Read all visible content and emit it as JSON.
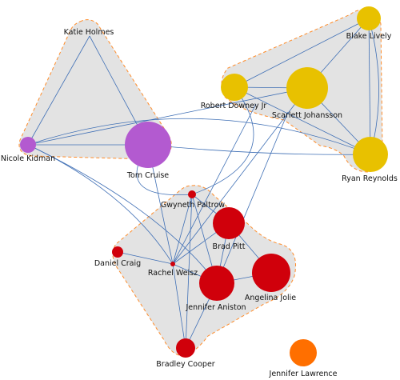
{
  "colors": {
    "hull_fill": "#e3e3e3",
    "hull_stroke": "#ff8c2a",
    "edge": "#3f6fb5",
    "yellow": "#e8c100",
    "purple": "#b35ad0",
    "red": "#d0000b",
    "orange": "#ff6f00"
  },
  "nodes": {
    "katie": {
      "label": "Katie Holmes",
      "cluster": "purple"
    },
    "nicole": {
      "label": "Nicole Kidman",
      "cluster": "purple"
    },
    "tom": {
      "label": "Tom Cruise",
      "cluster": "purple"
    },
    "blake": {
      "label": "Blake Lively",
      "cluster": "yellow"
    },
    "rdj": {
      "label": "Robert Downey Jr",
      "cluster": "yellow"
    },
    "scarlett": {
      "label": "Scarlett Johansson",
      "cluster": "yellow"
    },
    "ryan": {
      "label": "Ryan Reynolds",
      "cluster": "yellow"
    },
    "gwyneth": {
      "label": "Gwyneth Paltrow",
      "cluster": "red"
    },
    "brad": {
      "label": "Brad Pitt",
      "cluster": "red"
    },
    "daniel": {
      "label": "Daniel Craig",
      "cluster": "red"
    },
    "rachel": {
      "label": "Rachel Weisz",
      "cluster": "red"
    },
    "jennifer_a": {
      "label": "Jennifer Aniston",
      "cluster": "red"
    },
    "angelina": {
      "label": "Angelina Jolie",
      "cluster": "red"
    },
    "bradley": {
      "label": "Bradley Cooper",
      "cluster": "red"
    },
    "jennifer_l": {
      "label": "Jennifer Lawrence",
      "cluster": "orange"
    }
  }
}
